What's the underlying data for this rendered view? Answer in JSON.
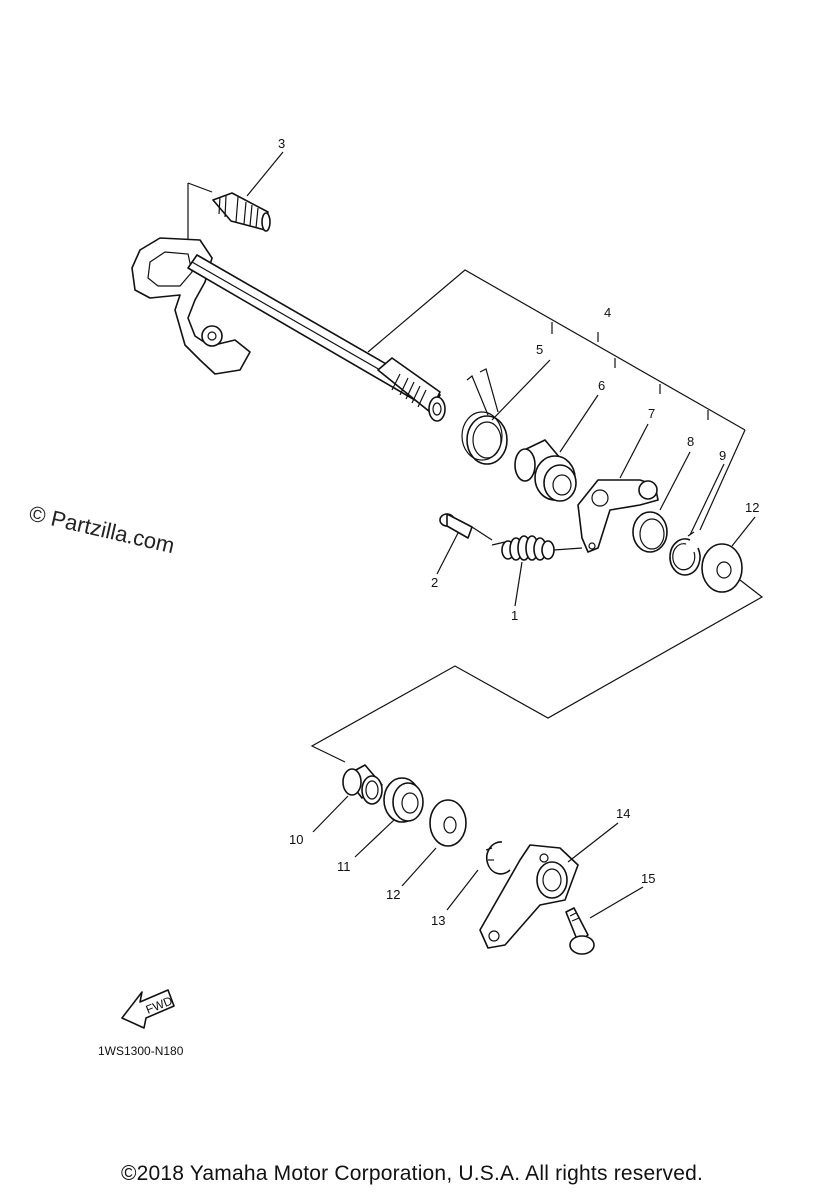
{
  "diagram": {
    "watermark": "© Partzilla.com",
    "diagram_code": "1WS1300-N180",
    "fwd_label": "FWD",
    "callouts": {
      "c1": "1",
      "c2": "2",
      "c3": "3",
      "c4": "4",
      "c5": "5",
      "c6": "6",
      "c7": "7",
      "c8": "8",
      "c9": "9",
      "c10": "10",
      "c11": "11",
      "c12a": "12",
      "c12b": "12",
      "c13": "13",
      "c14": "14",
      "c15": "15"
    }
  },
  "footer": {
    "copyright": "©2018  Yamaha Motor Corporation, U.S.A. All rights reserved."
  }
}
